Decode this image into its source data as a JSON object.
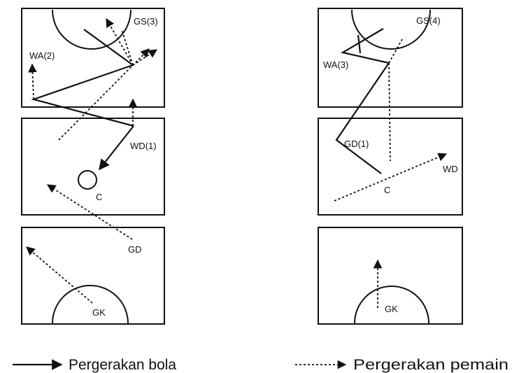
{
  "diagrams": [
    {
      "labels": {
        "gs": "GS(3)",
        "wa": "WA(2)",
        "wd": "WD(1)",
        "c": "C",
        "gd": "GD",
        "gk": "GK"
      }
    },
    {
      "labels": {
        "gs": "GS(4)",
        "wa": "WA(3)",
        "gd": "GD(1)",
        "wd": "WD",
        "c": "C",
        "gk": "GK"
      }
    }
  ],
  "legend": {
    "ball_movement": "Pergerakan bola",
    "player_movement": "Pergerakan pemain"
  }
}
